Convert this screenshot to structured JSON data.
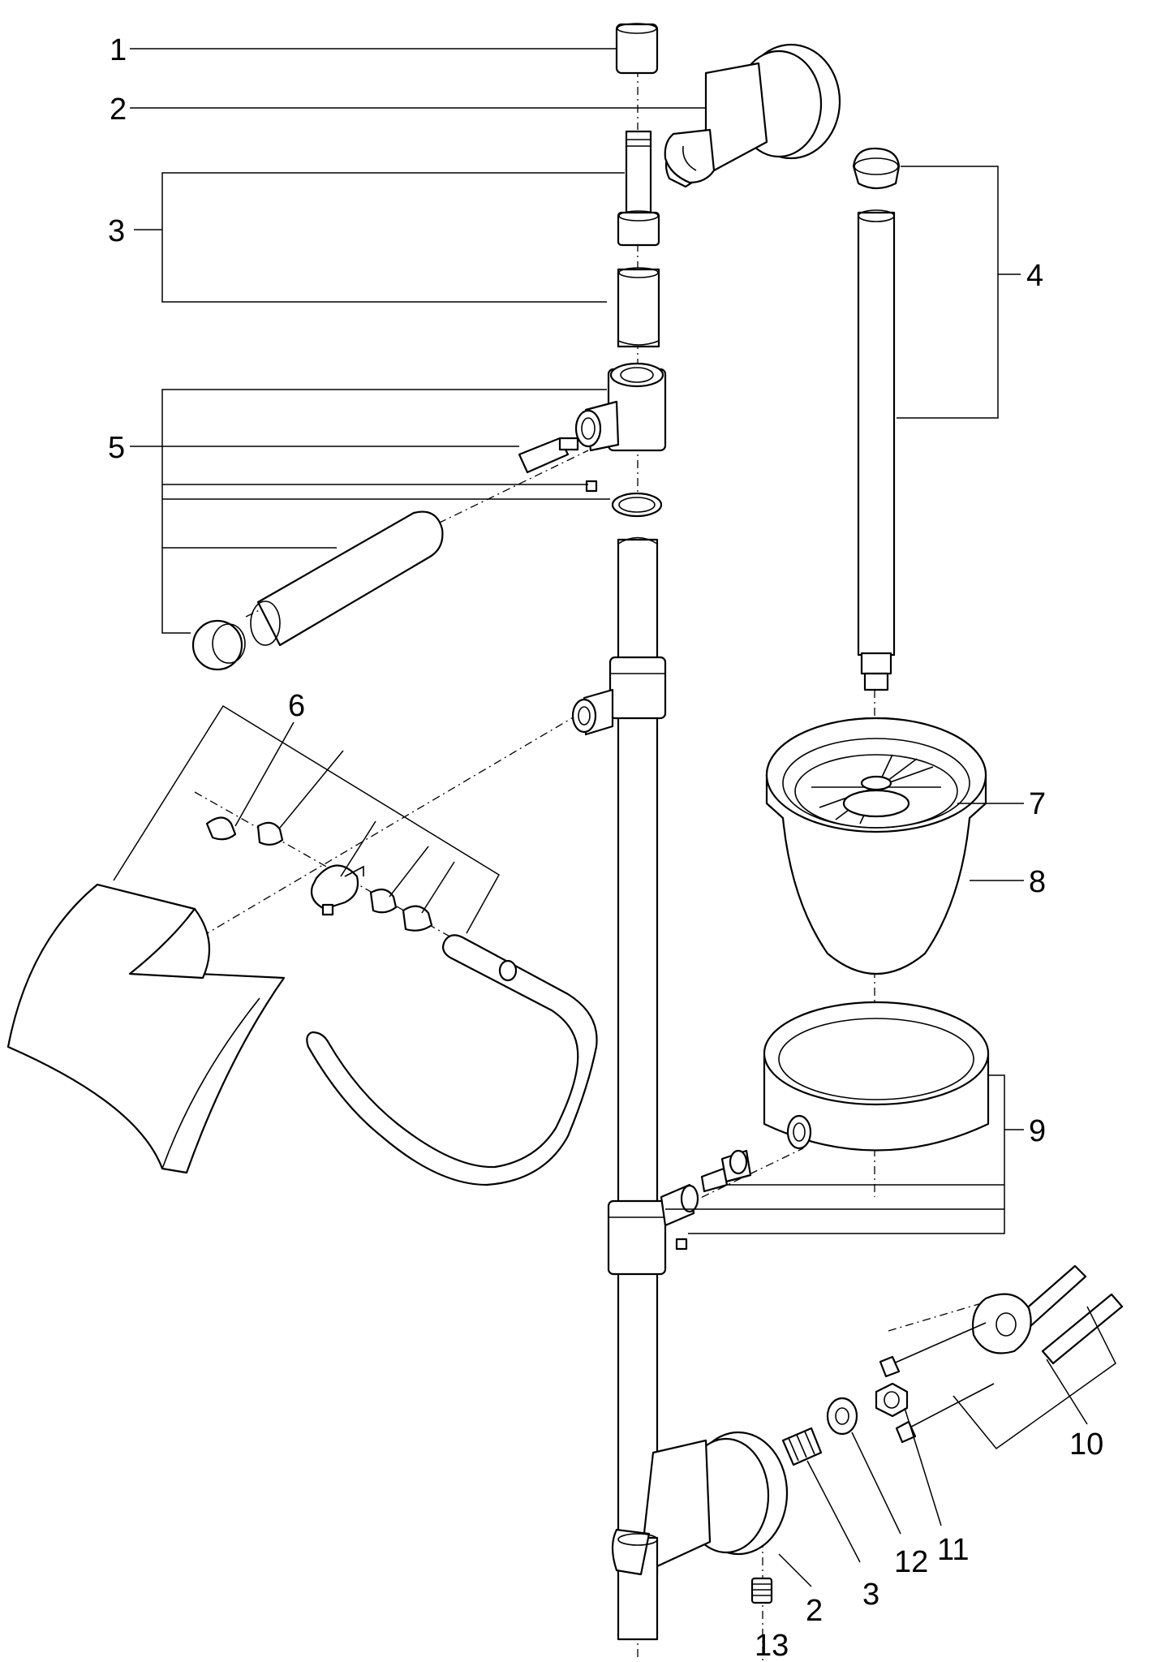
{
  "labels": [
    {
      "id": "l1",
      "text": "1"
    },
    {
      "id": "l2",
      "text": "2"
    },
    {
      "id": "l3",
      "text": "3"
    },
    {
      "id": "l4",
      "text": "4"
    },
    {
      "id": "l5",
      "text": "5"
    },
    {
      "id": "l6",
      "text": "6"
    },
    {
      "id": "l7",
      "text": "7"
    },
    {
      "id": "l8",
      "text": "8"
    },
    {
      "id": "l9",
      "text": "9"
    },
    {
      "id": "l10",
      "text": "10"
    },
    {
      "id": "l11",
      "text": "11"
    },
    {
      "id": "l12",
      "text": "12"
    },
    {
      "id": "l3b",
      "text": "3"
    },
    {
      "id": "l2b",
      "text": "2"
    },
    {
      "id": "l13",
      "text": "13"
    }
  ]
}
